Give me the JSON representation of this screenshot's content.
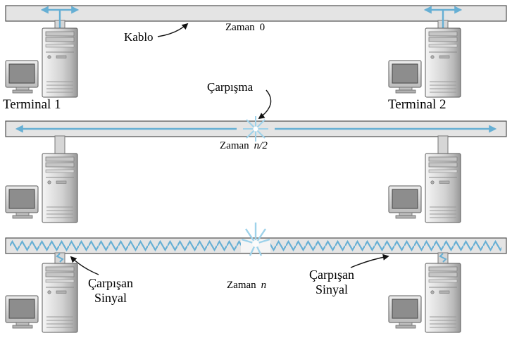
{
  "diagram": {
    "labels": {
      "cable": "Kablo",
      "terminal_1": "Terminal 1",
      "terminal_2": "Terminal 2",
      "collision": "Çarpışma",
      "colliding_signal_left": {
        "line1": "Çarpışan",
        "line2": "Sinyal"
      },
      "colliding_signal_right": {
        "line1": "Çarpışan",
        "line2": "Sinyal"
      }
    },
    "times": {
      "t0": {
        "prefix": "Zaman",
        "value": "0"
      },
      "t_half": {
        "prefix": "Zaman",
        "value": "n/2"
      },
      "t_n": {
        "prefix": "Zaman",
        "value": "n"
      }
    },
    "colors": {
      "signal_blue": "#66afd4",
      "burst_blue": "#9ed2ea",
      "cable_fill": "#e4e4e4",
      "cable_stroke": "#4f4f4f"
    }
  }
}
